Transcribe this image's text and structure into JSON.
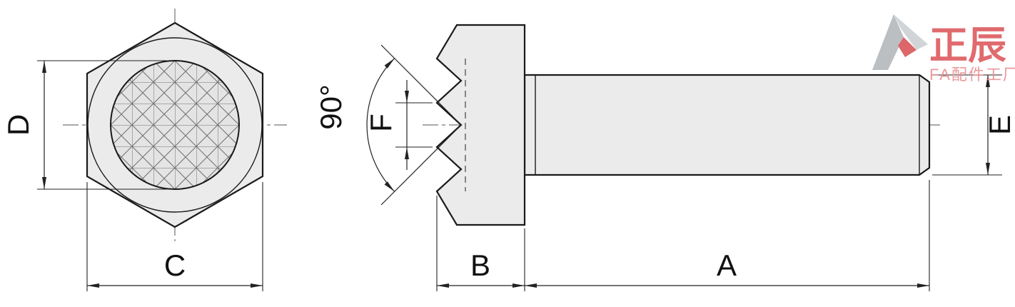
{
  "drawing": {
    "dimensions": {
      "length": "A",
      "head_height": "B",
      "width_across": "C",
      "head_diameter": "D",
      "thread_diameter": "E",
      "serration_pitch": "F",
      "serration_angle": "90°"
    }
  },
  "logo": {
    "brand": "正辰",
    "subtitle": "FA配件工厂"
  },
  "colors": {
    "line": "#1a1a1a",
    "part_fill": "#ebebeb",
    "brand_red": "#dd5a5e",
    "subtitle_red": "#ea8e91",
    "logo_gray": "#b5b9bc",
    "logo_gray_light": "#cdd1d4",
    "logo_accent": "#d9565a"
  }
}
